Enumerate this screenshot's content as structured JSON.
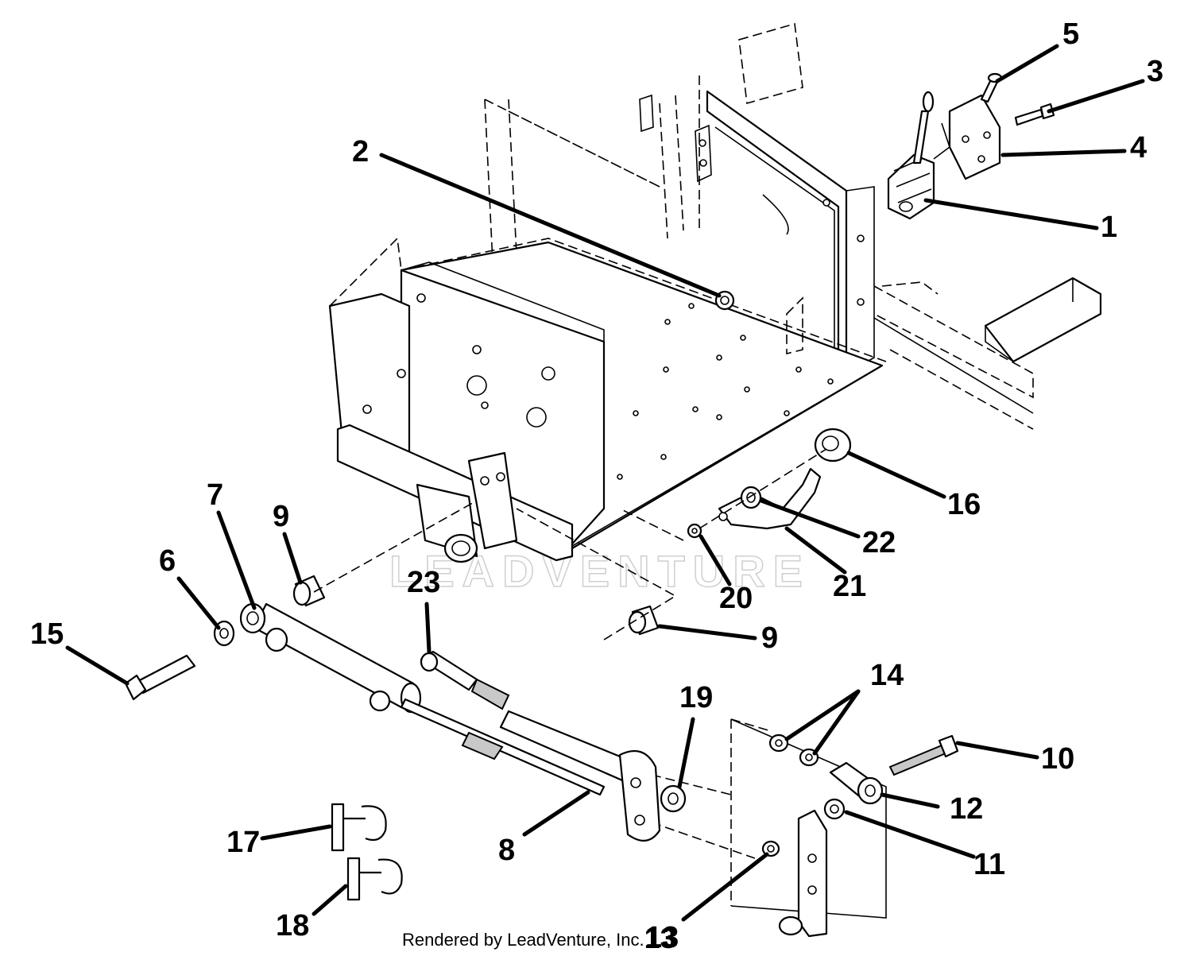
{
  "watermark": "LEADVENTURE",
  "footer": {
    "text": "Rendered by LeadVenture, Inc.",
    "page_number": "13"
  },
  "callouts": [
    {
      "id": "1",
      "label": "1"
    },
    {
      "id": "2",
      "label": "2"
    },
    {
      "id": "3",
      "label": "3"
    },
    {
      "id": "4",
      "label": "4"
    },
    {
      "id": "5",
      "label": "5"
    },
    {
      "id": "6",
      "label": "6"
    },
    {
      "id": "7",
      "label": "7"
    },
    {
      "id": "8",
      "label": "8"
    },
    {
      "id": "9a",
      "label": "9"
    },
    {
      "id": "9b",
      "label": "9"
    },
    {
      "id": "10",
      "label": "10"
    },
    {
      "id": "11",
      "label": "11"
    },
    {
      "id": "12",
      "label": "12"
    },
    {
      "id": "13",
      "label": "13"
    },
    {
      "id": "14",
      "label": "14"
    },
    {
      "id": "15",
      "label": "15"
    },
    {
      "id": "16",
      "label": "16"
    },
    {
      "id": "17",
      "label": "17"
    },
    {
      "id": "18",
      "label": "18"
    },
    {
      "id": "19",
      "label": "19"
    },
    {
      "id": "20",
      "label": "20"
    },
    {
      "id": "21",
      "label": "21"
    },
    {
      "id": "22",
      "label": "22"
    },
    {
      "id": "23",
      "label": "23"
    }
  ]
}
